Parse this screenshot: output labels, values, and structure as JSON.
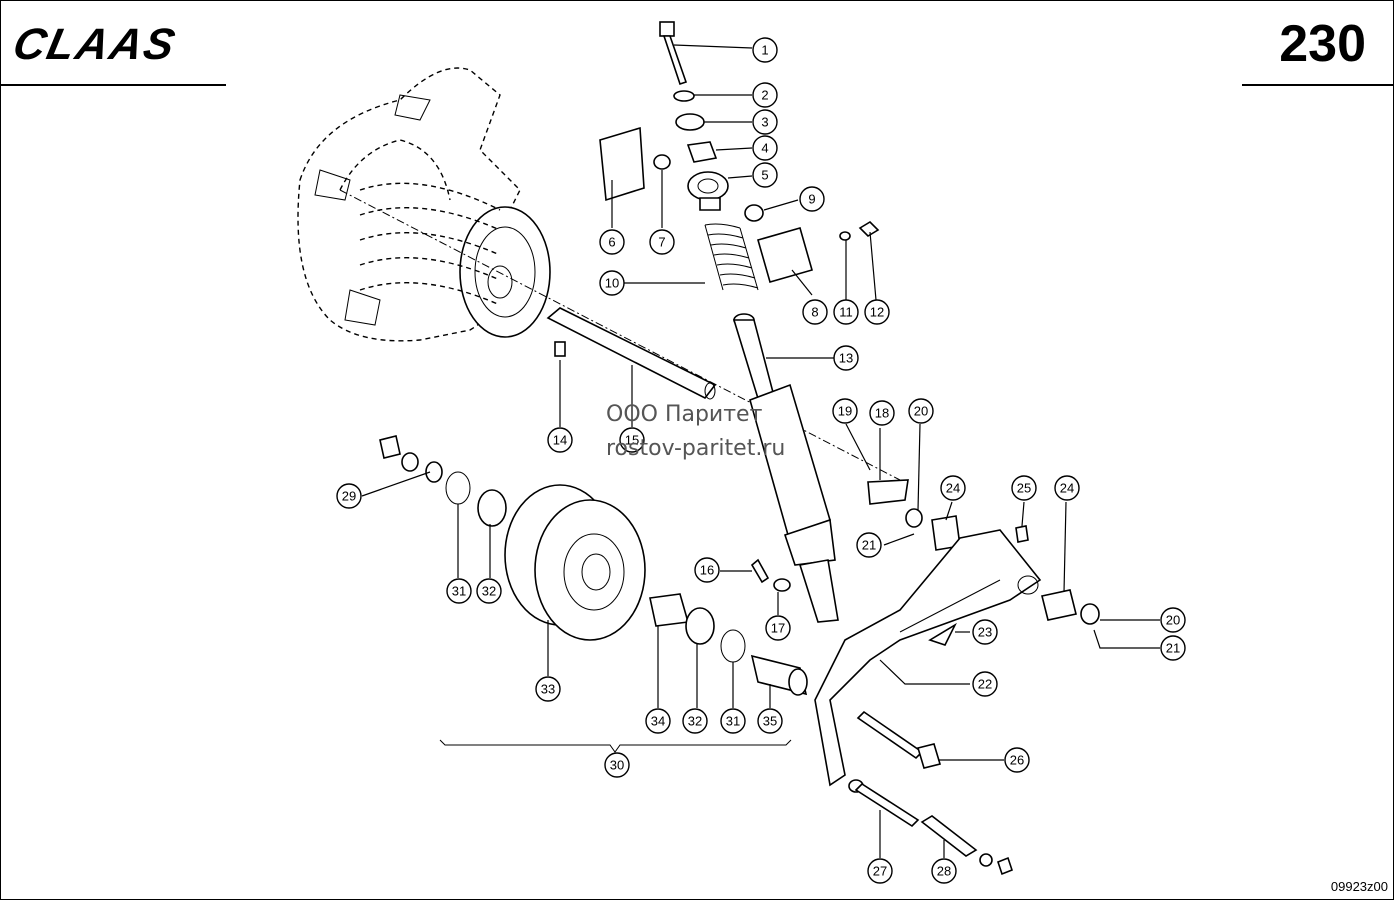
{
  "header": {
    "brand": "CLAAS",
    "page_number": "230"
  },
  "footer": {
    "drawing_code": "09923z00"
  },
  "watermark": {
    "company": "ООО Паритет",
    "website": "rostov-paritet.ru"
  },
  "callouts": [
    "1",
    "2",
    "3",
    "4",
    "5",
    "6",
    "7",
    "8",
    "9",
    "10",
    "11",
    "12",
    "13",
    "14",
    "15",
    "16",
    "17",
    "18",
    "19",
    "20",
    "20",
    "21",
    "21",
    "22",
    "23",
    "24",
    "24",
    "25",
    "26",
    "27",
    "28",
    "29",
    "30",
    "31",
    "31",
    "32",
    "32",
    "33",
    "34",
    "35"
  ]
}
